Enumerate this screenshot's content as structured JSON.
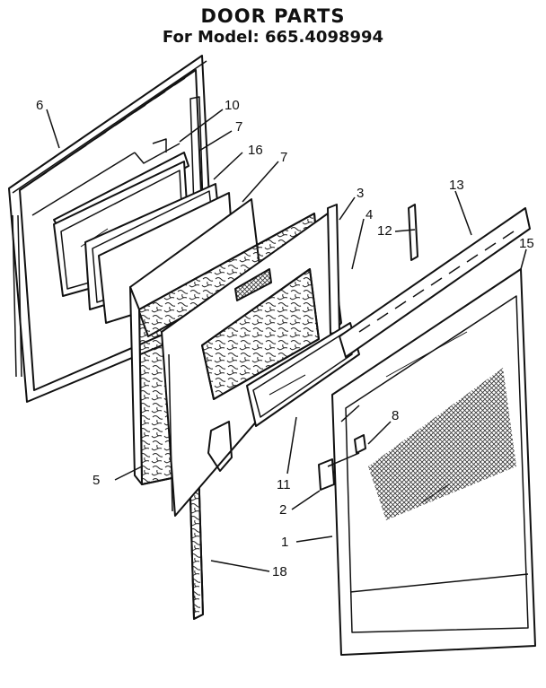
{
  "header": {
    "title": "DOOR PARTS",
    "subtitle": "For Model: 665.4098994"
  },
  "callouts": {
    "c1": "1",
    "c2": "2",
    "c3": "3",
    "c4": "4",
    "c5": "5",
    "c6": "6",
    "c7a": "7",
    "c7b": "7",
    "c8": "8",
    "c10": "10",
    "c11": "11",
    "c12": "12",
    "c13": "13",
    "c15": "15",
    "c16": "16",
    "c18": "18"
  }
}
